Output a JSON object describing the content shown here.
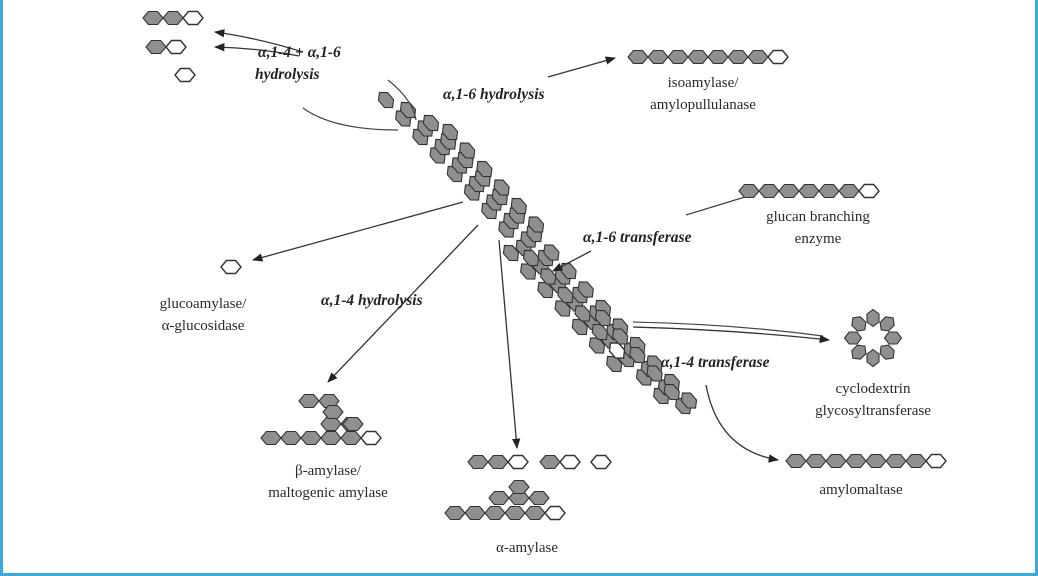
{
  "colors": {
    "frame": "#3ea8dc",
    "unit_filled": "#8f8f8f",
    "unit_reducing_end": "#ffffff",
    "stroke": "#333333"
  },
  "reactions": {
    "a14_a16_hydrolysis_l1": "α,1-4 + α,1-6",
    "a14_a16_hydrolysis_l2": "hydrolysis",
    "a16_hydrolysis": "α,1-6 hydrolysis",
    "a16_transferase": "α,1-6 transferase",
    "a14_hydrolysis": "α,1-4 hydrolysis",
    "a14_transferase": "α,1-4 transferase"
  },
  "enzymes": {
    "isoamylase_l1": "isoamylase/",
    "isoamylase_l2": "amylopullulanase",
    "branching_l1": "glucan branching",
    "branching_l2": "enzyme",
    "glucoamylase_l1": "glucoamylase/",
    "glucoamylase_l2": "α-glucosidase",
    "cgtase_l1": "cyclodextrin",
    "cgtase_l2": "glycosyltransferase",
    "beta_amylase_l1": "β-amylase/",
    "beta_amylase_l2": "maltogenic amylase",
    "amylomaltase": "amylomaltase",
    "alpha_amylase": "α-amylase"
  }
}
